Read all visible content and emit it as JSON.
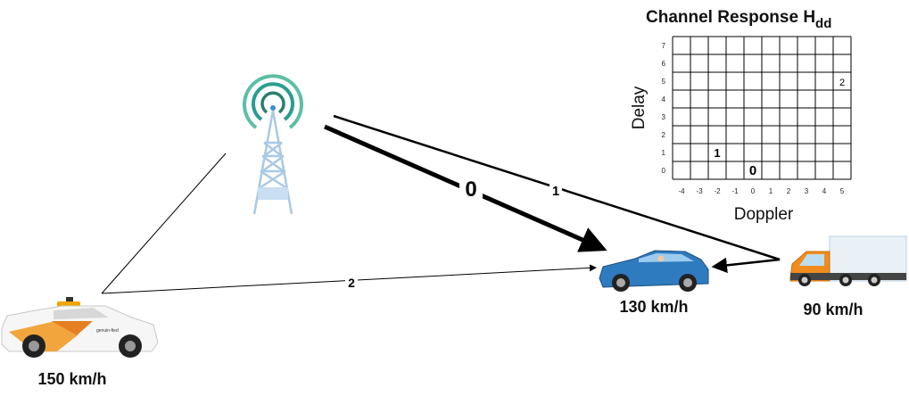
{
  "diagram": {
    "vehicles": {
      "left_car": {
        "speed": "150 km/h",
        "logo_text": "genuin-fied"
      },
      "center_car": {
        "speed": "130 km/h"
      },
      "truck": {
        "speed": "90 km/h"
      }
    },
    "paths": [
      {
        "label": "0"
      },
      {
        "label": "1"
      },
      {
        "label": "2"
      }
    ]
  },
  "chart_data": {
    "type": "heatmap",
    "title_main": "Channel Response H",
    "title_sub": "dd",
    "xlabel": "Doppler",
    "ylabel": "Delay",
    "x_ticks": [
      "-4",
      "-3",
      "-2",
      "-1",
      "0",
      "1",
      "2",
      "3",
      "4",
      "5"
    ],
    "y_ticks": [
      "0",
      "1",
      "2",
      "3",
      "4",
      "5",
      "6",
      "7"
    ],
    "xlim": [
      -4,
      5
    ],
    "ylim": [
      0,
      7
    ],
    "grid": true,
    "cells": [
      {
        "doppler": 0,
        "delay": 0,
        "label": "0"
      },
      {
        "doppler": -2,
        "delay": 1,
        "label": "1"
      },
      {
        "doppler": 5,
        "delay": 5,
        "label": "2"
      }
    ]
  }
}
